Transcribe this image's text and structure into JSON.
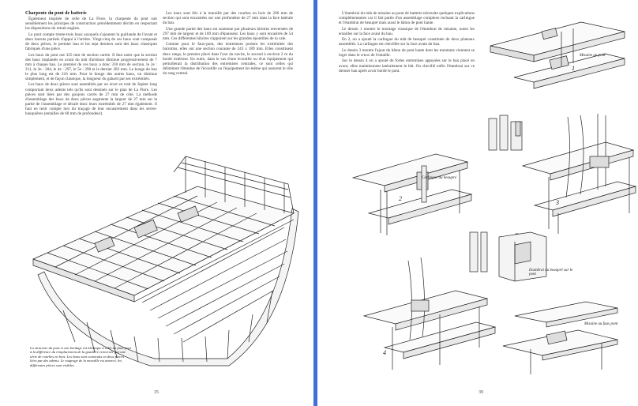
{
  "left_page": {
    "heading": "Charpente du pont de batterie",
    "col1": [
      "Également inspirée de celle de La Flore, la charpente du pont suit sensiblement les principes de construction précédemment décrits en respectant les dispositions du retrait anglais.",
      "Le pont compte trente-trois baux auxquels s'ajoutent la guirlande de l'avant et deux barrots partiels d'appui à l'arrière. Vingt-cinq de ces baux sont composés de deux pièces, le premier bau et les sept derniers sont des baux classiques fabriqués d'une pièce.",
      "Les baux du pont ont 325 mm de section carrée. Il faut noter que la section des baux implantés en avant du mât d'artimon diminue progressivement de 7 mm à chaque bau. Le premier de ces baux a donc 318 mm de section, le 2e : 311, le 3e : 304, le 4e : 297, le 5e : 290 et le dernier 283 mm. Le bouge du bau le plus long est de 216 mm. Pour le bouge des autres baux, on diminue simplement, et de façon classique, la longueur du gabarit par ses extrémités.",
      "Les baux de deux pièces sont assemblés par un écart en trait de Jupiter long comportant deux adents tels qu'ils sont dessinés sur le plan de La Flore. Les pièces sont liées par des goujons carrés de 27 mm de côté. La méthode d'assemblage des baux de deux pièces augmente la largeur de 27 mm sur la partie de l'assemblage et décale donc leurs extrémités de 27 mm également. Il faut en tenir compte lors du traçage de leur encastrement dans les serres-bauquières (entailles de 68 mm de profondeur)."
    ],
    "col2": [
      "Les baux sont liés à la muraille par des courbes en bois de 200 mm de section qui sont encastrées sur une profondeur de 27 mm dans la face latérale du bau.",
      "Une grande partie des baux est soutenue par plusieurs hiloires renversées de 297 mm de largeur et de 189 mm d'épaisseur. Les baux y sont encastrés de 54 mm. Ces différentes hiloires s'appuient sur les grandes épontilles de la cale.",
      "Comme pour le faux-pont, des entremises portent les extrémités des barrotins, elles ont une section courante de 243 x 189 mm. Elles constituent deux rangs, le premier placé dans l'axe du navire, le second à environ 2 m du bordé extérieur. En outre, dans le cas d'une écoutille ou d'un équipement qui perturberait la distribution des entremises centrales, ce sont celles qui délimitent l'étendue de l'écoutille ou l'équipement lui-même qui assurent le rôle du rang central."
    ],
    "caption": "La structure du pont et son bordage est identique à celle du faux-pont à la différence du remplacement de la gouttière renversée par une série de courbes en bois. Les baux sont construits en deux pièces liées par des adents. Le vaigrage de la muraille est amorcé, les différentes pièces sont visibles.",
    "page_number": "35"
  },
  "right_page": {
    "paragraphs": [
      "L'étambrai du mât de misaine au pont de batterie nécessite quelques explications complémentaires car il fait partie d'un assemblage complexe incluant la carlingue et l'étambrai de beaupré mais aussi le bâton de pont haute.",
      "Le dessin 1 montre le montage classique de l'étambrai de misaine, notez les entailles sur la face avant du bau.",
      "En 2, on a ajouté la carlingue du mât de beaupré constituée de deux plateaux assemblés. La carlingue est chevillée sur la face avant du bau.",
      "Le dessin 3 montre l'ajout du bâton de pont haute dont les montants viennent se loger dans le creux de l'entaille.",
      "Sur le dessin 4 on a ajouté de fortes entremises appuyées sur le bau placé en avant, elles maintiennent latéralement le bât. On chevillé enfin l'étambrai sur ce dernier bau après avoir bordé le pont."
    ],
    "labels": {
      "misaine_pont": "Misaine au pont",
      "carlingue": "Carlingue du beaupré",
      "etambrai": "Etambrai du beaupré sur le pont",
      "misaine_faux_pont": "Misaine au faux pont"
    },
    "figure_numbers": [
      "1",
      "2",
      "3",
      "4"
    ],
    "page_number": "39"
  },
  "colors": {
    "divider": "#3f6fd8",
    "ink": "#333333",
    "paper": "#ffffff"
  }
}
